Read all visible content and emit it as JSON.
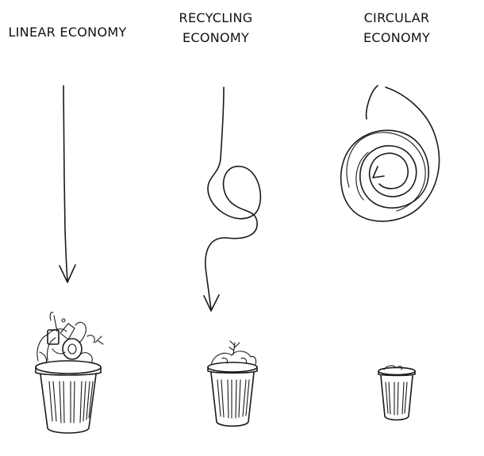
{
  "columns": [
    {
      "id": "linear",
      "title_lines": [
        "LINEAR ECONOMY"
      ],
      "bin_size": "full-overflowing"
    },
    {
      "id": "recycling",
      "title_lines": [
        "RECYCLING",
        "ECONOMY"
      ],
      "bin_size": "half-full"
    },
    {
      "id": "circular",
      "title_lines": [
        "CIRCULAR",
        "ECONOMY"
      ],
      "bin_size": "nearly-empty"
    }
  ],
  "style": {
    "ink": "#1a1a1a",
    "background": "#ffffff"
  }
}
